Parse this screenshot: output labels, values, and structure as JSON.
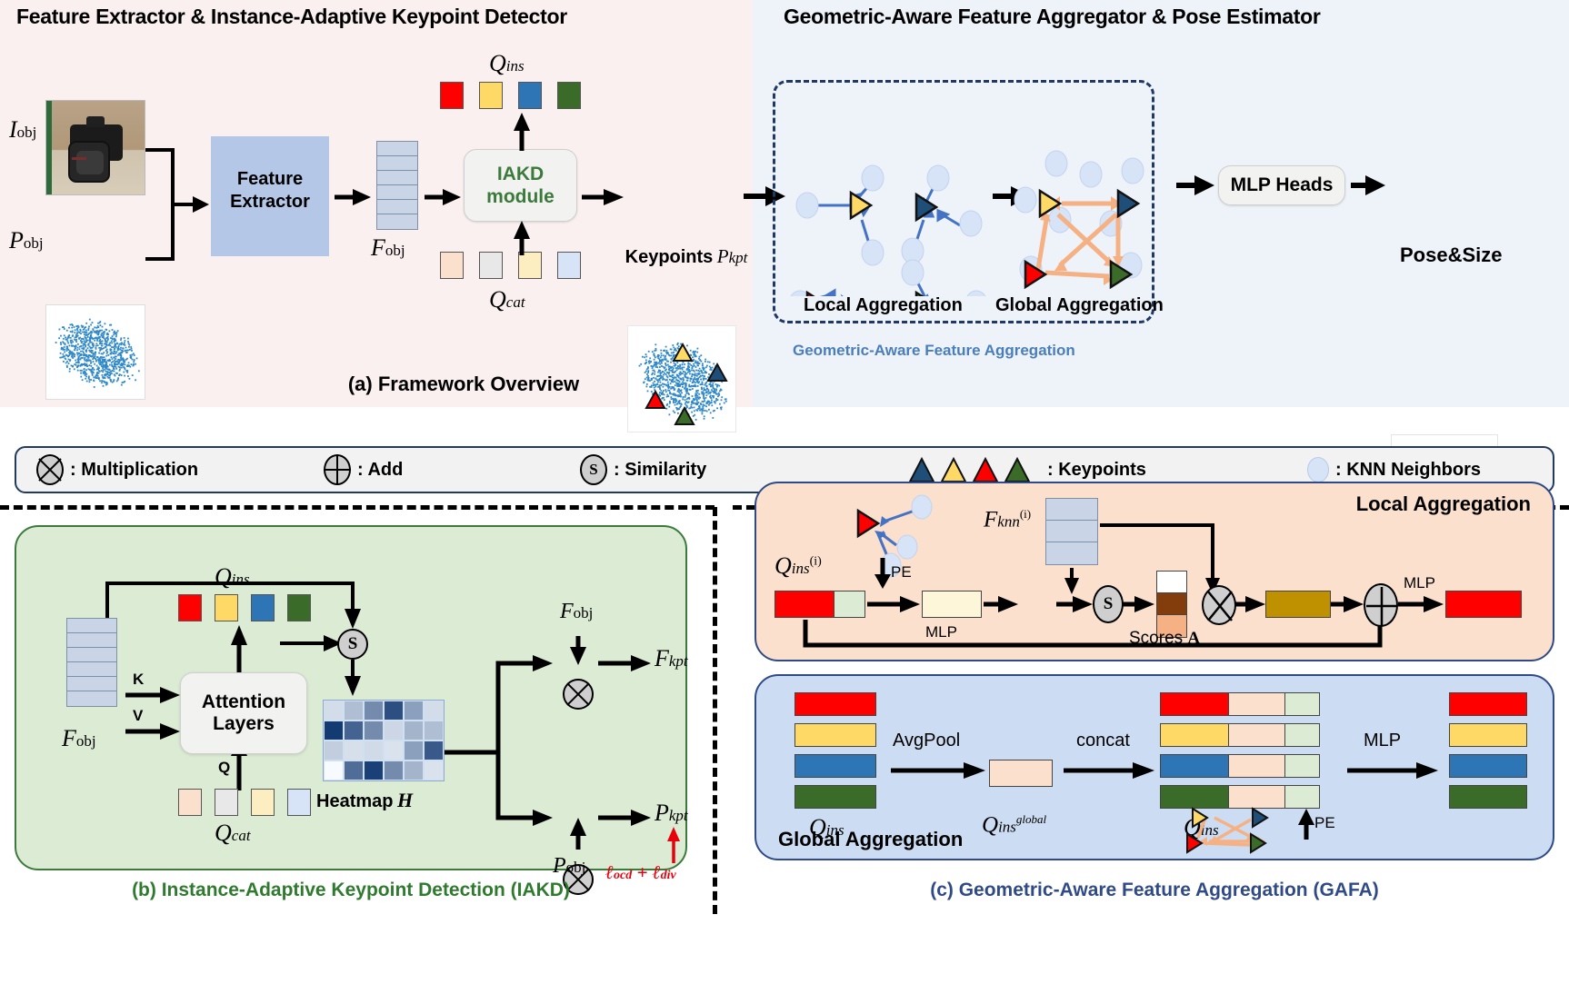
{
  "figure": {
    "panel_a": {
      "title_left": "Feature Extractor & Instance-Adaptive Keypoint Detector",
      "title_right": "Geometric-Aware Feature Aggregator & Pose Estimator",
      "caption": "(a) Framework Overview",
      "input_image_label": "I",
      "input_image_sub": "obj",
      "input_points_label": "P",
      "input_points_sub": "obj",
      "feature_extractor_label": "Feature\nExtractor",
      "feature_extractor_line1": "Feature",
      "feature_extractor_line2": "Extractor",
      "features_label": "F",
      "features_sub": "obj",
      "iakd_line1": "IAKD",
      "iakd_line2": "module",
      "q_ins_label": "Q",
      "q_ins_sub": "ins",
      "q_cat_label": "Q",
      "q_cat_sub": "cat",
      "keypoints_label": "Keypoints",
      "keypoints_math": "P",
      "keypoints_math_sub": "kpt",
      "local_aggregation_label": "Local Aggregation",
      "global_aggregation_label": "Global Aggregation",
      "gafa_label": "Geometric-Aware Feature Aggregation",
      "mlp_heads_label": "MLP Heads",
      "pose_size_label": "Pose&Size"
    },
    "legend": {
      "items": [
        {
          "icon": "multiplication-icon",
          "text": ": Multiplication"
        },
        {
          "icon": "add-icon",
          "text": ": Add"
        },
        {
          "icon": "similarity-icon",
          "symbol": "S",
          "text": ": Similarity"
        },
        {
          "icon": "keypoints-triangles-icon",
          "text": ": Keypoints"
        },
        {
          "icon": "knn-neighbor-icon",
          "text": ": KNN Neighbors"
        }
      ]
    },
    "panel_b": {
      "caption": "(b) Instance-Adaptive Keypoint Detection (IAKD)",
      "f_obj_label": "F",
      "f_obj_sub": "obj",
      "k_label": "K",
      "v_label": "V",
      "q_label": "Q",
      "attention_line1": "Attention",
      "attention_line2": "Layers",
      "q_ins_label": "Q",
      "q_ins_sub": "ins",
      "q_cat_label": "Q",
      "q_cat_sub": "cat",
      "similarity_symbol": "S",
      "heatmap_label": "Heatmap",
      "heatmap_math": "H",
      "f_obj_top_label": "F",
      "f_obj_top_sub": "obj",
      "p_obj_label": "P",
      "p_obj_sub": "obj",
      "f_kpt_label": "F",
      "f_kpt_sub": "kpt",
      "p_kpt_label": "P",
      "p_kpt_sub": "kpt",
      "loss_label": "ℓ",
      "loss_sub1": "ocd",
      "loss_plus": " + ",
      "loss_sub2": "div",
      "loss_color": "#e8000b"
    },
    "panel_c": {
      "caption": "(c) Geometric-Aware Feature Aggregation (GAFA)",
      "local": {
        "header": "Local Aggregation",
        "q_ins_label": "Q",
        "q_ins_sub": "ins",
        "q_ins_sup": "(i)",
        "f_knn_label": "F",
        "f_knn_sub": "knn",
        "f_knn_sup": "(i)",
        "pe_label": "PE",
        "mlp_label_1": "MLP",
        "mlp_label_2": "MLP",
        "similarity_symbol": "S",
        "scores_label": "Scores",
        "scores_math": "A"
      },
      "global": {
        "header": "Global Aggregation",
        "q_ins_label": "Q",
        "q_ins_sub": "ins",
        "avgpool_label": "AvgPool",
        "concat_label": "concat",
        "mlp_label": "MLP",
        "q_ins_global_label": "Q",
        "q_ins_global_sub": "ins",
        "q_ins_global_sup": "global",
        "q_ins_out_label": "Q",
        "q_ins_out_sub": "ins",
        "pe_label": "PE"
      }
    },
    "colors": {
      "keypoint_blue": "#1f4e79",
      "keypoint_yellow": "#ffd966",
      "keypoint_red": "#ff0000",
      "keypoint_green": "#3b6b28",
      "knn_blue": "#d7e3f7",
      "panel_a_left_bg": "#faf0f0",
      "panel_a_right_bg": "#eef3fa",
      "panel_b_bg": "#dcebd3",
      "panel_c_local_bg": "#fbe0cd",
      "panel_c_global_bg": "#ccdcf2",
      "global_arrow": "#f5b183",
      "local_arrow": "#4472c4",
      "pose_box": "#3c8c3c",
      "iakd_text": "#3c7a3c",
      "gafa_text": "#4a7ebb"
    },
    "chart_data": {
      "type": "heatmap",
      "title": "Heatmap H",
      "rows": 4,
      "cols": 6,
      "values": [
        [
          0.15,
          0.3,
          0.55,
          0.85,
          0.45,
          0.15
        ],
        [
          0.95,
          0.75,
          0.55,
          0.18,
          0.35,
          0.3
        ],
        [
          0.22,
          0.14,
          0.16,
          0.12,
          0.45,
          0.8
        ],
        [
          0.0,
          0.7,
          0.92,
          0.55,
          0.35,
          0.12
        ]
      ],
      "colormap": "Blues",
      "xlabel": "",
      "ylabel": ""
    }
  }
}
